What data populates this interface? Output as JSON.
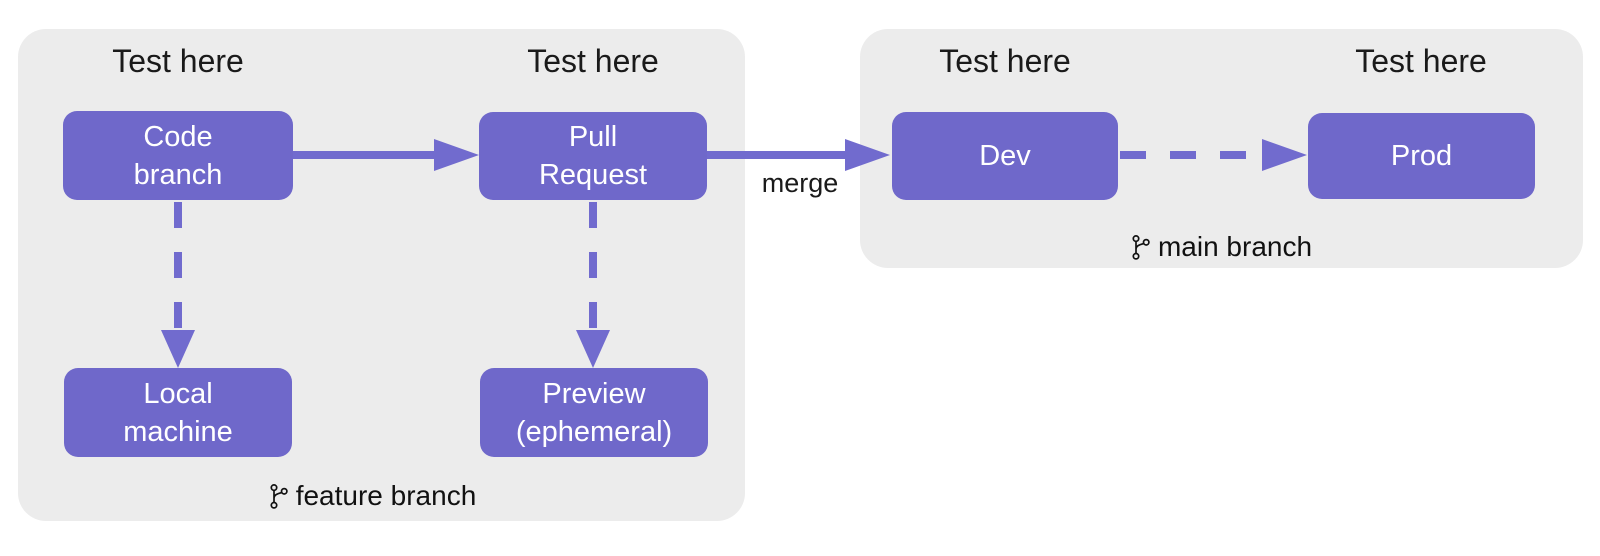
{
  "diagram": {
    "test_here": "Test here",
    "merge_label": "merge",
    "feature_group": {
      "branch_label": "feature branch",
      "nodes": {
        "code_branch": {
          "line1": "Code",
          "line2": "branch"
        },
        "pull_request": {
          "line1": "Pull",
          "line2": "Request"
        },
        "local_machine": {
          "line1": "Local",
          "line2": "machine"
        },
        "preview": {
          "line1": "Preview",
          "line2": "(ephemeral)"
        }
      }
    },
    "main_group": {
      "branch_label": "main branch",
      "nodes": {
        "dev": {
          "line1": "Dev"
        },
        "prod": {
          "line1": "Prod"
        }
      }
    },
    "colors": {
      "container_bg": "#ececec",
      "node_fill": "#6f68ca",
      "arrow": "#716bce",
      "node_text": "#ffffff",
      "label_text": "#1a1a1a"
    }
  }
}
